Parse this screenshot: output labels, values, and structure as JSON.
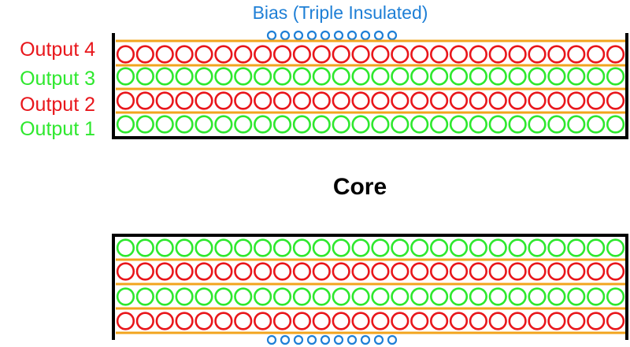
{
  "labels": {
    "bias": "Bias (Triple Insulated)",
    "core": "Core",
    "outputs": [
      "Output 4",
      "Output 3",
      "Output 2",
      "Output 1"
    ]
  },
  "colors": {
    "output_red": "#e8161b",
    "output_green": "#2ee82e",
    "bias_blue": "#1e7fd6",
    "insulation_tape": "#f2a41e",
    "bobbin": "#000000",
    "core_text": "#000000"
  },
  "winding": {
    "turns_per_layer": 26,
    "bias_turns": 10,
    "top_section_layers_top_to_bottom": [
      "Output 4",
      "Output 3",
      "Output 2",
      "Output 1"
    ],
    "bottom_section_layer_colors_top_to_bottom": [
      "green",
      "red",
      "green",
      "red"
    ]
  }
}
